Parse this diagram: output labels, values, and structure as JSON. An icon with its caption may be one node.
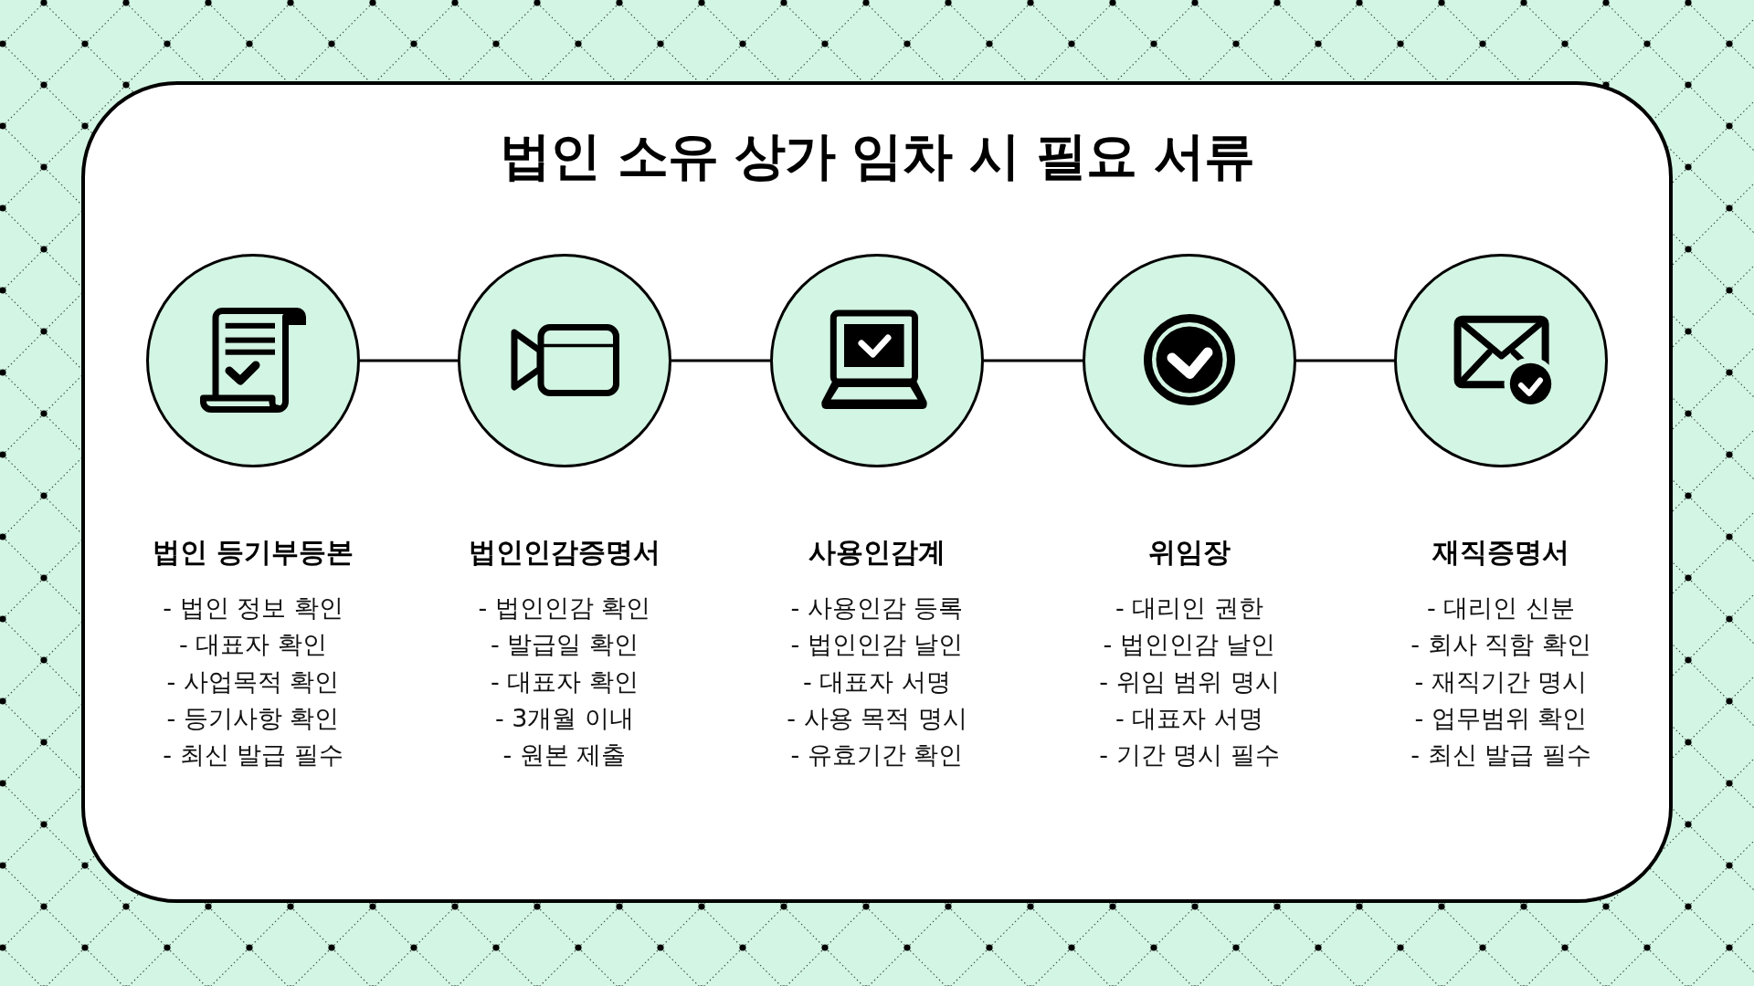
{
  "diagram": {
    "title": "법인 소유 상가 임차 시 필요 서류",
    "nodes": [
      {
        "text": [
          "법인 등기부등본",
          "- 법인 정보 확인 - 대표자 확인 - 사업목적 확인 - 등기사항 확인 - 최신 발급 필수"
        ]
      },
      {
        "text": [
          "법인인감증명서",
          "- 법인인감 확인 - 발급일 확인 - 대표자 확인 - 3개월 이내 - 원본 제출"
        ]
      },
      {
        "text": [
          "사용인감계",
          "- 사용인감 등록 - 법인인감 날인 - 대표자 서명 - 사용 목적 명시 - 유효기간 확인"
        ]
      },
      {
        "text": [
          "위임장",
          "- 대리인 권한 - 법인인감 날인 - 위임 범위 명시 - 대표자 서명 - 기간 명시 필수"
        ]
      },
      {
        "text": [
          "재직증명서",
          "- 대리인 신분 - 회사 직함 확인 - 재직기간 명시 - 업무범위 확인 - 최신 발급 필수"
        ]
      }
    ],
    "edges": [
      {
        "from": 0,
        "to": 1,
        "arrow": "none"
      },
      {
        "from": 1,
        "to": 2,
        "arrow": "none"
      },
      {
        "from": 2,
        "to": 3,
        "arrow": "none"
      },
      {
        "from": 3,
        "to": 4,
        "arrow": "none"
      }
    ]
  }
}
